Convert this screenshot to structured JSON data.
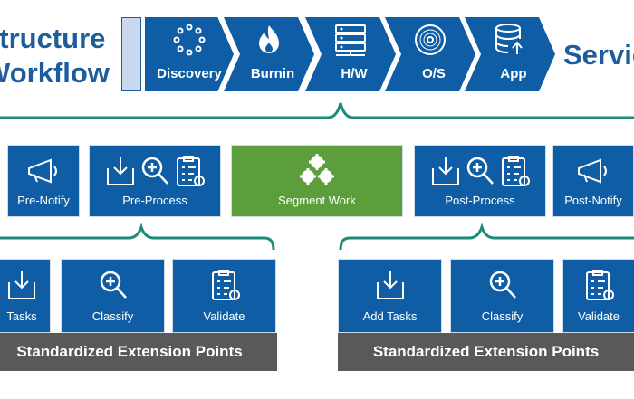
{
  "title": {
    "line1": "structure",
    "line2": "Workflow"
  },
  "services_label": "Servic",
  "pipeline": [
    {
      "label": "Discovery",
      "icon": "loading-dots-icon"
    },
    {
      "label": "Burnin",
      "icon": "flame-icon"
    },
    {
      "label": "H/W",
      "icon": "server-icon"
    },
    {
      "label": "O/S",
      "icon": "disc-icon"
    },
    {
      "label": "App",
      "icon": "database-upload-icon"
    }
  ],
  "segment": {
    "pre_notify": "Pre-Notify",
    "pre_process": "Pre-Process",
    "segment_work": "Segment Work",
    "post_process": "Post-Process",
    "post_notify": "Post-Notify"
  },
  "extensions": {
    "left": {
      "tasks": "Tasks",
      "classify": "Classify",
      "validate": "Validate",
      "bar": "Standardized Extension Points"
    },
    "right": {
      "tasks": "Add Tasks",
      "classify": "Classify",
      "validate": "Validate",
      "bar": "Standardized Extension Points"
    }
  },
  "colors": {
    "primary_blue": "#0f5ea5",
    "title_blue": "#1d5d9b",
    "green": "#5d9e3c",
    "teal": "#1f8a78",
    "bar_gray": "#595959"
  }
}
